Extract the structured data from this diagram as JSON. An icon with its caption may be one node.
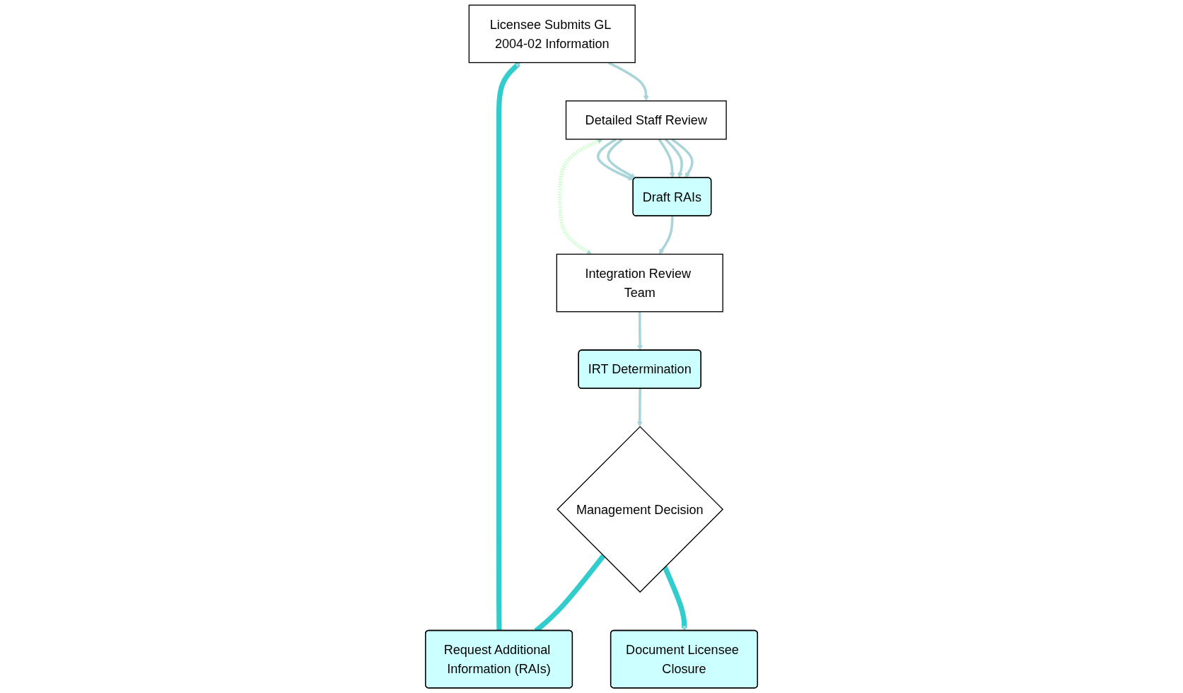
{
  "diagram": {
    "nodes": [
      {
        "text": [
          "Licensee Submits GL 2004-02 Information"
        ]
      },
      {
        "text": [
          "Detailed Staff Review"
        ]
      },
      {
        "text": [
          "Draft RAIs"
        ]
      },
      {
        "text": [
          "Integration Review Team"
        ]
      },
      {
        "text": [
          "IRT Determination"
        ]
      },
      {
        "text": [
          "Management Decision"
        ]
      },
      {
        "text": [
          "Request Additional Information (RAIs)"
        ]
      },
      {
        "text": [
          "Document Licensee Closure"
        ]
      }
    ],
    "edges": [
      {
        "from": 0,
        "to": 1,
        "arrow": "to"
      },
      {
        "from": 1,
        "to": 2,
        "arrow": "to"
      },
      {
        "from": 1,
        "to": 2,
        "arrow": "to"
      },
      {
        "from": 1,
        "to": 2,
        "arrow": "to"
      },
      {
        "from": 1,
        "to": 2,
        "arrow": "to"
      },
      {
        "from": 1,
        "to": 2,
        "arrow": "to"
      },
      {
        "from": 2,
        "to": 3,
        "arrow": "to"
      },
      {
        "from": 1,
        "to": 3,
        "arrow": "both",
        "style": "dashed",
        "color": "#ccffcc"
      },
      {
        "from": 3,
        "to": 4,
        "arrow": "to"
      },
      {
        "from": 4,
        "to": 5,
        "arrow": "to"
      },
      {
        "from": 5,
        "to": 6,
        "arrow": "none",
        "style": "thick",
        "color": "#33cccc"
      },
      {
        "from": 6,
        "to": 0,
        "arrow": "to",
        "style": "thick",
        "color": "#33cccc"
      },
      {
        "from": 5,
        "to": 7,
        "arrow": "to",
        "style": "thick",
        "color": "#33cccc"
      }
    ]
  }
}
